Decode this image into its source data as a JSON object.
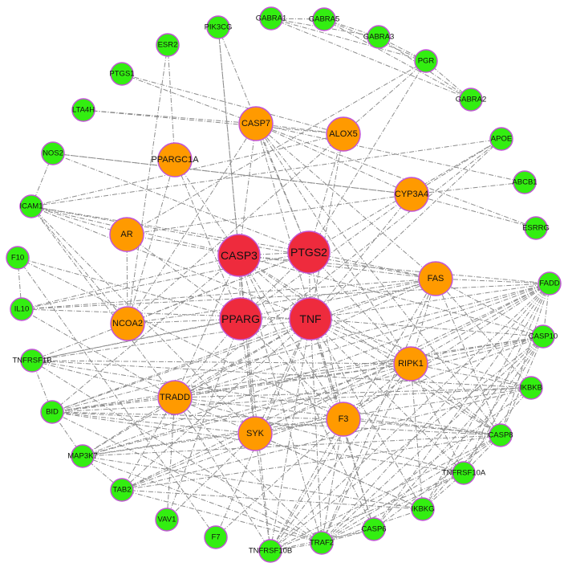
{
  "colors": {
    "tier1": "#ee2b3d",
    "tier2": "#ff9a00",
    "tier3": "#33ee11",
    "node_stroke": "#c255d6",
    "edge": "#8c8c8c"
  },
  "nodes": [
    {
      "id": "CASP3",
      "tier": 1
    },
    {
      "id": "PTGS2",
      "tier": 1
    },
    {
      "id": "PPARG",
      "tier": 1
    },
    {
      "id": "TNF",
      "tier": 1
    },
    {
      "id": "CASP7",
      "tier": 2
    },
    {
      "id": "ALOX5",
      "tier": 2
    },
    {
      "id": "PPARGC1A",
      "tier": 2
    },
    {
      "id": "CYP3A4",
      "tier": 2
    },
    {
      "id": "AR",
      "tier": 2
    },
    {
      "id": "FAS",
      "tier": 2
    },
    {
      "id": "NCOA2",
      "tier": 2
    },
    {
      "id": "RIPK1",
      "tier": 2
    },
    {
      "id": "TRADD",
      "tier": 2
    },
    {
      "id": "F3",
      "tier": 2
    },
    {
      "id": "SYK",
      "tier": 2
    },
    {
      "id": "GABRA1",
      "tier": 3
    },
    {
      "id": "GABRA5",
      "tier": 3
    },
    {
      "id": "PIK3CG",
      "tier": 3
    },
    {
      "id": "GABRA3",
      "tier": 3
    },
    {
      "id": "ESR2",
      "tier": 3
    },
    {
      "id": "PGR",
      "tier": 3
    },
    {
      "id": "PTGS1",
      "tier": 3
    },
    {
      "id": "GABRA2",
      "tier": 3
    },
    {
      "id": "LTA4H",
      "tier": 3
    },
    {
      "id": "APOE",
      "tier": 3
    },
    {
      "id": "NOS2",
      "tier": 3
    },
    {
      "id": "ABCB1",
      "tier": 3
    },
    {
      "id": "ICAM1",
      "tier": 3
    },
    {
      "id": "ESRRG",
      "tier": 3
    },
    {
      "id": "F10",
      "tier": 3
    },
    {
      "id": "FADD",
      "tier": 3
    },
    {
      "id": "IL10",
      "tier": 3
    },
    {
      "id": "CASP10",
      "tier": 3
    },
    {
      "id": "TNFRSF1B",
      "tier": 3
    },
    {
      "id": "IKBKB",
      "tier": 3
    },
    {
      "id": "BID",
      "tier": 3
    },
    {
      "id": "CASP8",
      "tier": 3
    },
    {
      "id": "MAP3K7",
      "tier": 3
    },
    {
      "id": "TNFRSF10A",
      "tier": 3
    },
    {
      "id": "TAB2",
      "tier": 3
    },
    {
      "id": "IKBKG",
      "tier": 3
    },
    {
      "id": "VAV1",
      "tier": 3
    },
    {
      "id": "CASP6",
      "tier": 3
    },
    {
      "id": "F7",
      "tier": 3
    },
    {
      "id": "TRAF2",
      "tier": 3
    },
    {
      "id": "TNFRSF10B",
      "tier": 3
    }
  ],
  "edges": [
    [
      "CASP3",
      "PTGS2"
    ],
    [
      "CASP3",
      "PPARG"
    ],
    [
      "CASP3",
      "TNF"
    ],
    [
      "PTGS2",
      "PPARG"
    ],
    [
      "PTGS2",
      "TNF"
    ],
    [
      "PPARG",
      "TNF"
    ],
    [
      "CASP3",
      "CASP7"
    ],
    [
      "CASP3",
      "PIK3CG"
    ],
    [
      "CASP3",
      "PPARGC1A"
    ],
    [
      "CASP3",
      "AR"
    ],
    [
      "CASP3",
      "FAS"
    ],
    [
      "CASP3",
      "RIPK1"
    ],
    [
      "CASP3",
      "TRADD"
    ],
    [
      "CASP3",
      "F3"
    ],
    [
      "CASP3",
      "SYK"
    ],
    [
      "CASP3",
      "ICAM1"
    ],
    [
      "CASP3",
      "IL10"
    ],
    [
      "CASP3",
      "BID"
    ],
    [
      "CASP3",
      "CASP8"
    ],
    [
      "CASP3",
      "CASP10"
    ],
    [
      "CASP3",
      "FADD"
    ],
    [
      "CASP3",
      "TNFRSF10B"
    ],
    [
      "CASP3",
      "CASP6"
    ],
    [
      "CASP3",
      "TRAF2"
    ],
    [
      "PTGS2",
      "ALOX5"
    ],
    [
      "PTGS2",
      "CASP7"
    ],
    [
      "PTGS2",
      "PGR"
    ],
    [
      "PTGS2",
      "APOE"
    ],
    [
      "PTGS2",
      "FAS"
    ],
    [
      "PTGS2",
      "NOS2"
    ],
    [
      "PTGS2",
      "ICAM1"
    ],
    [
      "PTGS2",
      "F3"
    ],
    [
      "PTGS2",
      "IL10"
    ],
    [
      "PTGS2",
      "NCOA2"
    ],
    [
      "PTGS2",
      "TNFRSF1B"
    ],
    [
      "PTGS2",
      "RIPK1"
    ],
    [
      "PPARG",
      "AR"
    ],
    [
      "PPARG",
      "NCOA2"
    ],
    [
      "PPARG",
      "PPARGC1A"
    ],
    [
      "PPARG",
      "CYP3A4"
    ],
    [
      "PPARG",
      "SYK"
    ],
    [
      "PPARG",
      "TNFRSF1B"
    ],
    [
      "PPARG",
      "F10"
    ],
    [
      "PPARG",
      "VAV1"
    ],
    [
      "PPARG",
      "TRADD"
    ],
    [
      "PPARG",
      "F3"
    ],
    [
      "TNF",
      "FAS"
    ],
    [
      "TNF",
      "RIPK1"
    ],
    [
      "TNF",
      "TRADD"
    ],
    [
      "TNF",
      "F3"
    ],
    [
      "TNF",
      "SYK"
    ],
    [
      "TNF",
      "ICAM1"
    ],
    [
      "TNF",
      "IL10"
    ],
    [
      "TNF",
      "BID"
    ],
    [
      "TNF",
      "MAP3K7"
    ],
    [
      "TNF",
      "TAB2"
    ],
    [
      "TNF",
      "IKBKG"
    ],
    [
      "TNF",
      "IKBKB"
    ],
    [
      "TNF",
      "CASP8"
    ],
    [
      "TNF",
      "TNFRSF10A"
    ],
    [
      "TNF",
      "TNFRSF10B"
    ],
    [
      "TNF",
      "TRAF2"
    ],
    [
      "TNF",
      "FADD"
    ],
    [
      "TNF",
      "CASP10"
    ],
    [
      "TNF",
      "ALOX5"
    ],
    [
      "TNF",
      "CYP3A4"
    ],
    [
      "TNF",
      "APOE"
    ],
    [
      "TNF",
      "F7"
    ],
    [
      "TNF",
      "CASP6"
    ],
    [
      "TNF",
      "TNFRSF1B"
    ],
    [
      "CASP7",
      "ALOX5"
    ],
    [
      "CASP7",
      "LTA4H"
    ],
    [
      "CASP7",
      "ABCB1"
    ],
    [
      "CASP7",
      "CYP3A4"
    ],
    [
      "CASP7",
      "FAS"
    ],
    [
      "CASP7",
      "RIPK1"
    ],
    [
      "CASP7",
      "CASP8"
    ],
    [
      "CASP7",
      "CASP6"
    ],
    [
      "CASP7",
      "NCOA2"
    ],
    [
      "CASP7",
      "ESRRG"
    ],
    [
      "ALOX5",
      "LTA4H"
    ],
    [
      "ALOX5",
      "PTGS1"
    ],
    [
      "ALOX5",
      "ICAM1"
    ],
    [
      "PGR",
      "GABRA1"
    ],
    [
      "PGR",
      "GABRA5"
    ],
    [
      "PGR",
      "GABRA3"
    ],
    [
      "PGR",
      "GABRA2"
    ],
    [
      "PGR",
      "NCOA2"
    ],
    [
      "PGR",
      "AR"
    ],
    [
      "GABRA1",
      "GABRA5"
    ],
    [
      "GABRA1",
      "GABRA3"
    ],
    [
      "GABRA1",
      "GABRA2"
    ],
    [
      "GABRA5",
      "GABRA3"
    ],
    [
      "GABRA5",
      "GABRA2"
    ],
    [
      "GABRA3",
      "GABRA2"
    ],
    [
      "ESR2",
      "NCOA2"
    ],
    [
      "ESR2",
      "PPARGC1A"
    ],
    [
      "PIK3CG",
      "SYK"
    ],
    [
      "PIK3CG",
      "PTGS2"
    ],
    [
      "PTGS1",
      "CASP7"
    ],
    [
      "NOS2",
      "CYP3A4"
    ],
    [
      "NOS2",
      "ICAM1"
    ],
    [
      "CYP3A4",
      "ABCB1"
    ],
    [
      "CYP3A4",
      "ESRRG"
    ],
    [
      "CYP3A4",
      "APOE"
    ],
    [
      "CYP3A4",
      "NOS2"
    ],
    [
      "CYP3A4",
      "AR"
    ],
    [
      "APOE",
      "ICAM1"
    ],
    [
      "APOE",
      "TRADD"
    ],
    [
      "ICAM1",
      "AR"
    ],
    [
      "ICAM1",
      "FAS"
    ],
    [
      "ICAM1",
      "TRADD"
    ],
    [
      "ICAM1",
      "SYK"
    ],
    [
      "F10",
      "F3"
    ],
    [
      "F10",
      "IL10"
    ],
    [
      "F10",
      "F7"
    ],
    [
      "F7",
      "F3"
    ],
    [
      "IL10",
      "FAS"
    ],
    [
      "IL10",
      "FADD"
    ],
    [
      "FAS",
      "FADD"
    ],
    [
      "FAS",
      "CASP8"
    ],
    [
      "FAS",
      "CASP10"
    ],
    [
      "FAS",
      "RIPK1"
    ],
    [
      "FAS",
      "TRADD"
    ],
    [
      "FAS",
      "BID"
    ],
    [
      "FAS",
      "IKBKB"
    ],
    [
      "FAS",
      "TRAF2"
    ],
    [
      "FAS",
      "TNFRSF10B"
    ],
    [
      "FAS",
      "NCOA2"
    ],
    [
      "FAS",
      "TNFRSF1B"
    ],
    [
      "FADD",
      "CASP8"
    ],
    [
      "FADD",
      "CASP10"
    ],
    [
      "FADD",
      "RIPK1"
    ],
    [
      "FADD",
      "TRADD"
    ],
    [
      "FADD",
      "TNFRSF10A"
    ],
    [
      "FADD",
      "TNFRSF10B"
    ],
    [
      "FADD",
      "BID"
    ],
    [
      "FADD",
      "IKBKG"
    ],
    [
      "FADD",
      "TRAF2"
    ],
    [
      "FADD",
      "MAP3K7"
    ],
    [
      "FADD",
      "TAB2"
    ],
    [
      "FADD",
      "CASP6"
    ],
    [
      "FADD",
      "SYK"
    ],
    [
      "FADD",
      "F3"
    ],
    [
      "CASP10",
      "CASP8"
    ],
    [
      "CASP10",
      "RIPK1"
    ],
    [
      "CASP10",
      "TRADD"
    ],
    [
      "CASP10",
      "BID"
    ],
    [
      "CASP10",
      "TNFRSF10A"
    ],
    [
      "CASP10",
      "TNFRSF10B"
    ],
    [
      "CASP10",
      "TRAF2"
    ],
    [
      "CASP10",
      "IKBKG"
    ],
    [
      "CASP10",
      "MAP3K7"
    ],
    [
      "CASP10",
      "TAB2"
    ],
    [
      "CASP10",
      "CASP6"
    ],
    [
      "RIPK1",
      "TRADD"
    ],
    [
      "RIPK1",
      "TRAF2"
    ],
    [
      "RIPK1",
      "IKBKB"
    ],
    [
      "RIPK1",
      "IKBKG"
    ],
    [
      "RIPK1",
      "MAP3K7"
    ],
    [
      "RIPK1",
      "TAB2"
    ],
    [
      "RIPK1",
      "CASP8"
    ],
    [
      "RIPK1",
      "TNFRSF10A"
    ],
    [
      "RIPK1",
      "TNFRSF10B"
    ],
    [
      "RIPK1",
      "TNFRSF1B"
    ],
    [
      "RIPK1",
      "BID"
    ],
    [
      "RIPK1",
      "F3"
    ],
    [
      "TRADD",
      "TRAF2"
    ],
    [
      "TRADD",
      "TNFRSF1B"
    ],
    [
      "TRADD",
      "TNFRSF10A"
    ],
    [
      "TRADD",
      "TNFRSF10B"
    ],
    [
      "TRADD",
      "CASP8"
    ],
    [
      "TRADD",
      "IKBKB"
    ],
    [
      "TRADD",
      "IKBKG"
    ],
    [
      "TRADD",
      "MAP3K7"
    ],
    [
      "TRADD",
      "TAB2"
    ],
    [
      "TRADD",
      "BID"
    ],
    [
      "TRADD",
      "VAV1"
    ],
    [
      "TRADD",
      "IL10"
    ],
    [
      "IKBKB",
      "IKBKG"
    ],
    [
      "IKBKB",
      "MAP3K7"
    ],
    [
      "IKBKB",
      "TAB2"
    ],
    [
      "IKBKB",
      "TRAF2"
    ],
    [
      "IKBKB",
      "TNFRSF1B"
    ],
    [
      "IKBKB",
      "BID"
    ],
    [
      "CASP8",
      "BID"
    ],
    [
      "CASP8",
      "TNFRSF10A"
    ],
    [
      "CASP8",
      "TNFRSF10B"
    ],
    [
      "CASP8",
      "TRAF2"
    ],
    [
      "CASP8",
      "CASP6"
    ],
    [
      "CASP8",
      "MAP3K7"
    ],
    [
      "CASP8",
      "TNFRSF1B"
    ],
    [
      "CASP8",
      "TAB2"
    ],
    [
      "TNFRSF10A",
      "TNFRSF10B"
    ],
    [
      "TNFRSF10A",
      "TRAF2"
    ],
    [
      "TNFRSF10A",
      "BID"
    ],
    [
      "TNFRSF10A",
      "IKBKG"
    ],
    [
      "TRAF2",
      "TAB2"
    ],
    [
      "TRAF2",
      "MAP3K7"
    ],
    [
      "TRAF2",
      "IKBKG"
    ],
    [
      "TRAF2",
      "TNFRSF10B"
    ],
    [
      "TRAF2",
      "TNFRSF1B"
    ],
    [
      "TRAF2",
      "CASP6"
    ],
    [
      "TRAF2",
      "BID"
    ],
    [
      "MAP3K7",
      "TAB2"
    ],
    [
      "MAP3K7",
      "IKBKG"
    ],
    [
      "MAP3K7",
      "BID"
    ],
    [
      "TAB2",
      "IKBKG"
    ],
    [
      "SYK",
      "VAV1"
    ],
    [
      "SYK",
      "BID"
    ],
    [
      "SYK",
      "F3"
    ],
    [
      "SYK",
      "IKBKG"
    ],
    [
      "SYK",
      "TNFRSF10B"
    ],
    [
      "F3",
      "TNFRSF10B"
    ],
    [
      "F3",
      "CASP8"
    ],
    [
      "F3",
      "TRAF2"
    ],
    [
      "F3",
      "MAP3K7"
    ],
    [
      "F3",
      "BID"
    ],
    [
      "CASP6",
      "TNFRSF10B"
    ],
    [
      "NCOA2",
      "AR"
    ],
    [
      "NCOA2",
      "ICAM1"
    ],
    [
      "PPARGC1A",
      "NCOA2"
    ],
    [
      "BID",
      "TNFRSF1B"
    ]
  ]
}
